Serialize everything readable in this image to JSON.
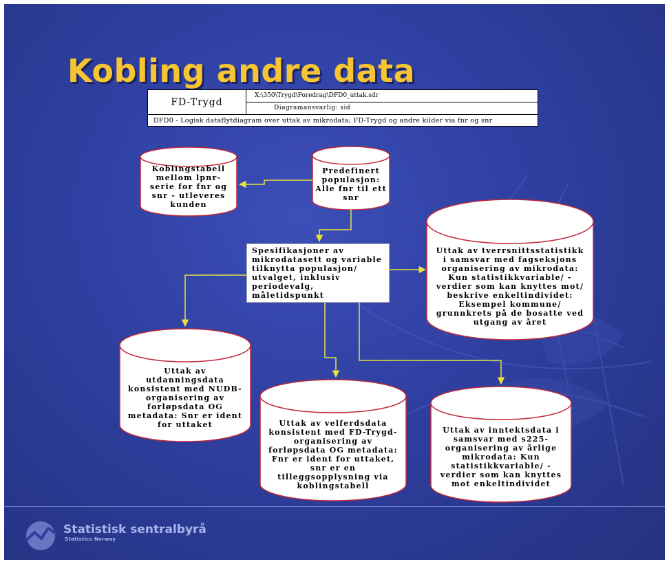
{
  "title": "Kobling andre data",
  "info_box": {
    "project": "FD-Trygd",
    "file_path": "X:\\350\\Trygd\\Foredrag\\DFD0_uttak.sdr",
    "responsible": "Diagramansvarlig: sid",
    "description": "DFD0 - Logisk dataflytdiagram over uttak av mikrodata; FD-Trygd og andre kilder via fnr og snr"
  },
  "nodes": {
    "koblingstabell": "Koblingstabell mellom lpnr-serie for fnr og snr - utleveres kunden",
    "populasjon": "Predefinert populasjon: Alle fnr til ett snr",
    "spesifikasjoner": "Spesifikasjoner av mikrodatasett og variable tilknytta populasjon/ utvalget, inklusiv periodevalg, måletidspunkt",
    "tverrsnitt": "Uttak av tverrsnittsstatistikk i samsvar med fagseksjons organisering av mikrodata: Kun statistikkvariable/ -verdier som kan knyttes mot/ beskrive enkeltindividet: Eksempel kommune/ grunnkrets på de bosatte ved utgang av året",
    "utdanning": "Uttak av utdanningsdata konsistent med NUDB-organisering av forløpsdata OG metadata: Snr er ident for uttaket",
    "velferd": "Uttak av velferdsdata konsistent med FD-Trygd-organisering av forløpsdata OG metadata: Fnr er ident for uttaket, snr er en tilleggsopplysning via koblingstabell",
    "inntekt": "Uttak av inntektsdata i samsvar med s225-organisering av årlige mikrodata: Kun statistikkvariable/ -verdier som kan knyttes mot enkeltindividet"
  },
  "footer": {
    "org_name": "Statistisk sentralbyrå",
    "org_name_en": "Statistics Norway"
  },
  "colors": {
    "background": "#2e3fa0",
    "title": "#f7c531",
    "cylinder_stroke": "#c0283a",
    "arrow": "#e8e23a"
  }
}
